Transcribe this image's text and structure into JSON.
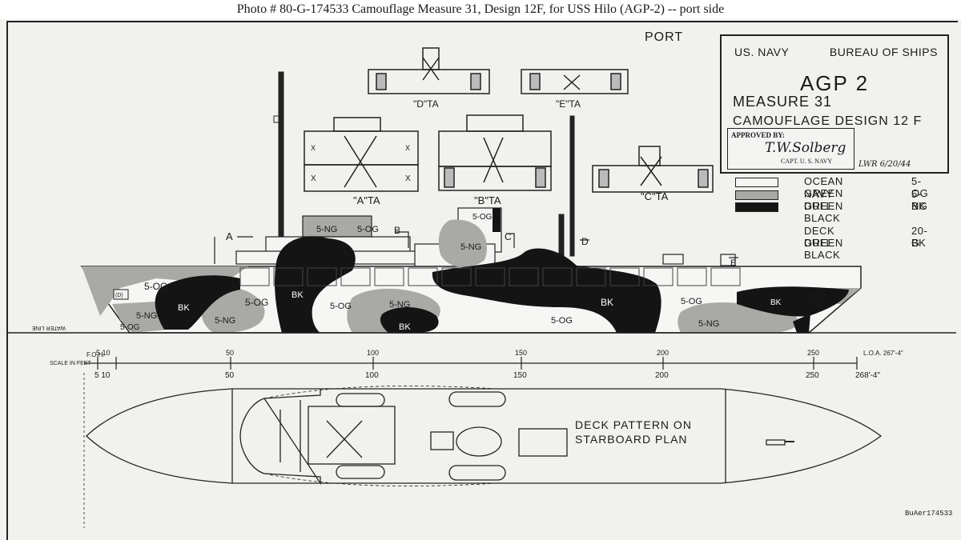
{
  "caption": "Photo #  80-G-174533    Camouflage Measure 31, Design 12F, for USS Hilo (AGP-2) -- port side",
  "view_label": "PORT",
  "title_block": {
    "org_left": "US. NAVY",
    "org_right": "BUREAU OF SHIPS",
    "hull": "AGP 2",
    "measure": "MEASURE 31",
    "design": "CAMOUFLAGE DESIGN 12 F",
    "approved_label": "APPROVED BY:",
    "signature": "T.W.Solberg",
    "approver_rank": "CAPT. U. S. NAVY",
    "drawn_mark": "LWR 6/20/44"
  },
  "legend": [
    {
      "name": "OCEAN GREEN",
      "code": "5-OG",
      "color": "#f6f6f4"
    },
    {
      "name": "NAVY GREEN",
      "code": "5-NG",
      "color": "#a9a9a6"
    },
    {
      "name": "DULL BLACK",
      "code": "BK",
      "color": "#141414"
    }
  ],
  "deck_legend": [
    {
      "name": "DECK GREEN",
      "code": "20-G"
    },
    {
      "name": "DULL BLACK",
      "code": "BK"
    }
  ],
  "sections": {
    "a": "\"A\"TA",
    "b": "\"B\"TA",
    "c": "\"C\"TA",
    "d": "\"D\"TA",
    "e": "\"E\"TA"
  },
  "markers": {
    "a": "A",
    "b": "B",
    "c": "C",
    "d": "D",
    "e": "E"
  },
  "hull_labels": {
    "og": "5-OG",
    "ng": "5-NG",
    "bk": "BK",
    "mark": "(D)"
  },
  "waterline": "WATER LINE",
  "scale": {
    "label": "SCALE IN FEET",
    "ticks_top": [
      "5 10",
      "50",
      "100",
      "150",
      "200",
      "250"
    ],
    "ticks_bottom": [
      "5 10",
      "50",
      "100",
      "150",
      "200",
      "250"
    ],
    "loa": "L.O.A. 267'-4\"",
    "loa_value": "268'-4\"",
    "foh": "F.O.H."
  },
  "deck_note": [
    "DECK PATTERN ON",
    "STARBOARD PLAN"
  ],
  "stamp": "BuAer174533"
}
